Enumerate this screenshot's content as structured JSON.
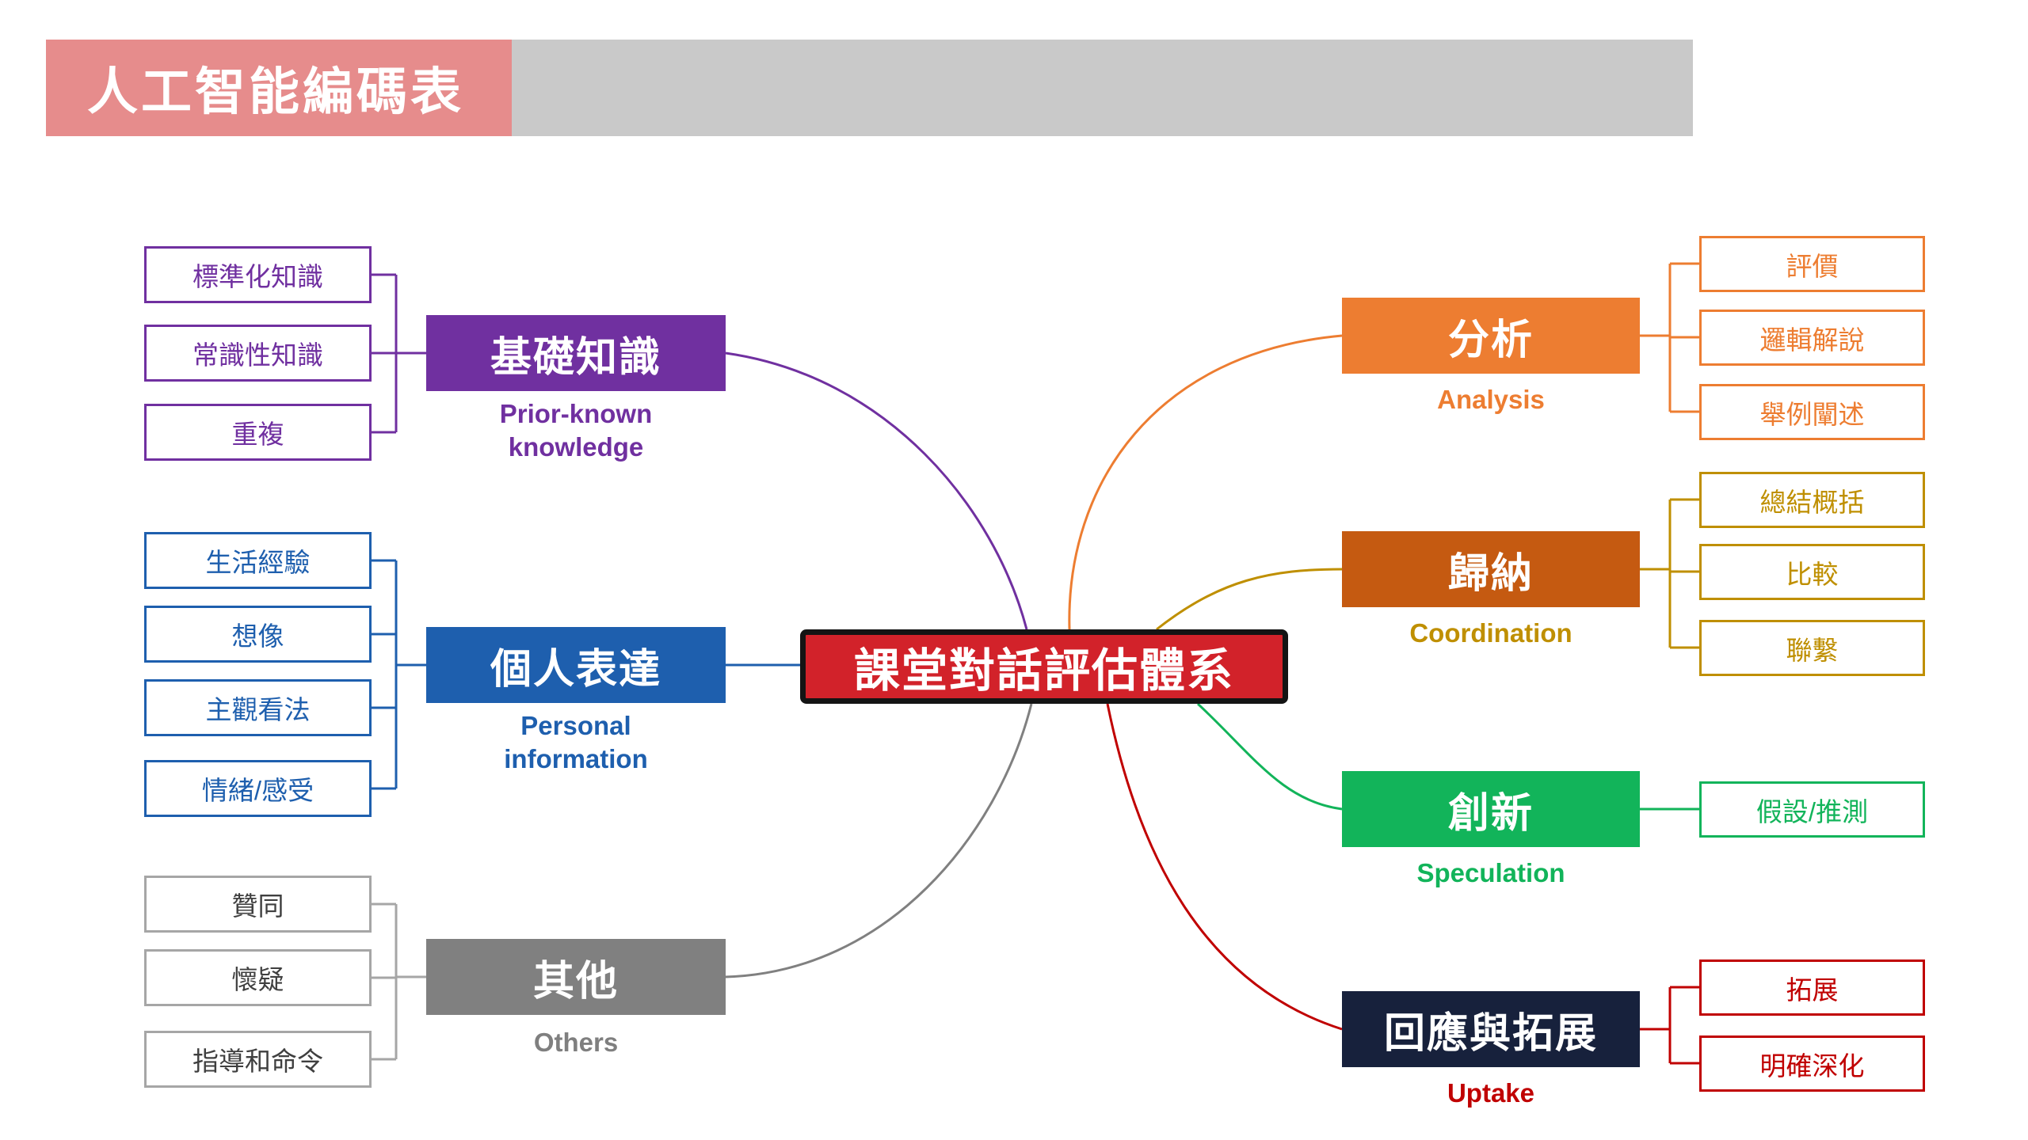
{
  "header": {
    "title": "人工智能編碼表"
  },
  "center": {
    "label": "課堂對話評估體系"
  },
  "colors": {
    "header_pink": "#E68C8C",
    "header_gray": "#C9C9C9",
    "center_red": "#D2222A",
    "purple": "#7030A0",
    "blue": "#1E5FAE",
    "gray": "#808080",
    "orange": "#ED7D31",
    "brown": "#C55A11",
    "gold": "#BF8F00",
    "green": "#12B45A",
    "navy": "#17213C",
    "dark_red": "#C00000"
  },
  "left_branches": [
    {
      "label": "基礎知識",
      "caption_line1": "Prior-known",
      "caption_line2": "knowledge",
      "color": "#7030A0",
      "items": [
        "標準化知識",
        "常識性知識",
        "重複"
      ]
    },
    {
      "label": "個人表達",
      "caption_line1": "Personal",
      "caption_line2": "information",
      "color": "#1E5FAE",
      "items": [
        "生活經驗",
        "想像",
        "主觀看法",
        "情緒/感受"
      ]
    },
    {
      "label": "其他",
      "caption_line1": "Others",
      "caption_line2": "",
      "color": "#808080",
      "items": [
        "贊同",
        "懷疑",
        "指導和命令"
      ]
    }
  ],
  "right_branches": [
    {
      "label": "分析",
      "caption": "Analysis",
      "color": "#ED7D31",
      "item_color": "#ED7D31",
      "items": [
        "評價",
        "邏輯解說",
        "舉例闡述"
      ]
    },
    {
      "label": "歸納",
      "caption": "Coordination",
      "color": "#C55A11",
      "item_color": "#BF8F00",
      "items": [
        "總結概括",
        "比較",
        "聯繫"
      ]
    },
    {
      "label": "創新",
      "caption": "Speculation",
      "color": "#12B45A",
      "item_color": "#12B45A",
      "items": [
        "假設/推測"
      ]
    },
    {
      "label": "回應與拓展",
      "caption": "Uptake",
      "color": "#17213C",
      "item_color": "#C00000",
      "items": [
        "拓展",
        "明確深化"
      ]
    }
  ]
}
